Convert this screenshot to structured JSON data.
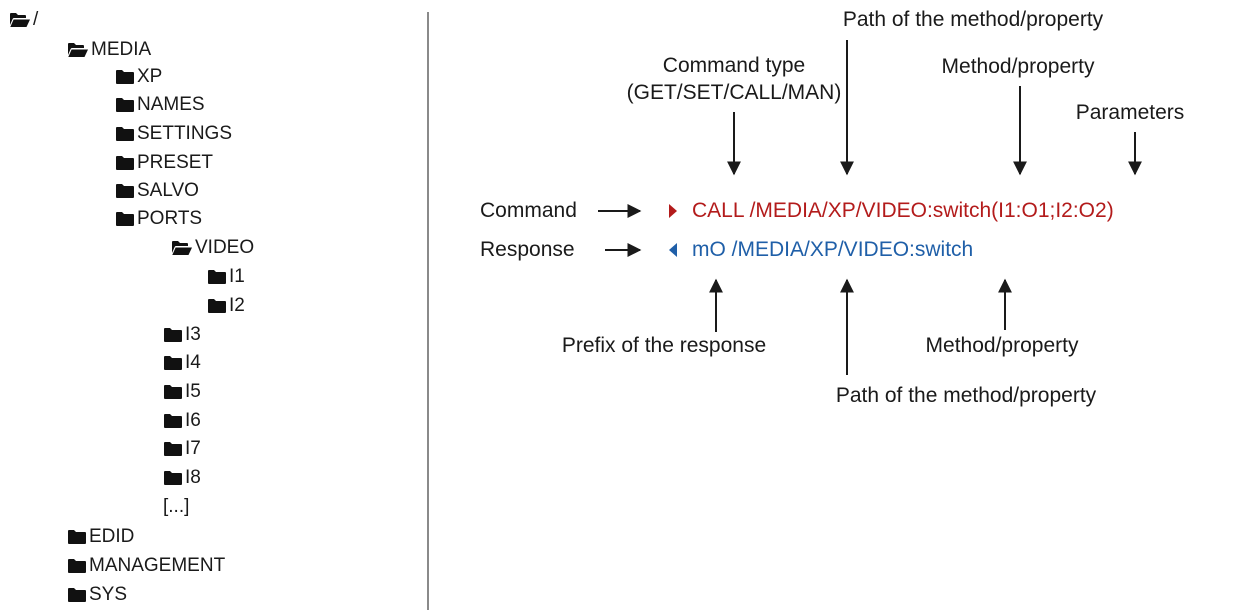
{
  "tree": {
    "root": {
      "label": "/",
      "icon": "folder-open-icon"
    },
    "items": [
      {
        "label": "MEDIA",
        "icon": "folder-open-icon"
      },
      {
        "label": "XP",
        "icon": "folder-icon"
      },
      {
        "label": "NAMES",
        "icon": "folder-icon"
      },
      {
        "label": "SETTINGS",
        "icon": "folder-icon"
      },
      {
        "label": "PRESET",
        "icon": "folder-icon"
      },
      {
        "label": "SALVO",
        "icon": "folder-icon"
      },
      {
        "label": "PORTS",
        "icon": "folder-icon"
      },
      {
        "label": "VIDEO",
        "icon": "folder-open-icon"
      },
      {
        "label": "I1",
        "icon": "folder-icon"
      },
      {
        "label": "I2",
        "icon": "folder-icon"
      },
      {
        "label": "I3",
        "icon": "folder-icon"
      },
      {
        "label": "I4",
        "icon": "folder-icon"
      },
      {
        "label": "I5",
        "icon": "folder-icon"
      },
      {
        "label": "I6",
        "icon": "folder-icon"
      },
      {
        "label": "I7",
        "icon": "folder-icon"
      },
      {
        "label": "I8",
        "icon": "folder-icon"
      },
      {
        "label": "[...]",
        "icon": ""
      },
      {
        "label": "EDID",
        "icon": "folder-icon"
      },
      {
        "label": "MANAGEMENT",
        "icon": "folder-icon"
      },
      {
        "label": "SYS",
        "icon": "folder-icon"
      }
    ]
  },
  "diagram": {
    "command": {
      "label": "Command",
      "marker": "right-triangle-icon",
      "text": "CALL /MEDIA/XP/VIDEO:switch(I1:O1;I2:O2)",
      "color": "#b31b1b"
    },
    "response": {
      "label": "Response",
      "marker": "left-triangle-icon",
      "text": "mO /MEDIA/XP/VIDEO:switch",
      "color": "#1f5fa8"
    },
    "annotations": {
      "command_type_line1": "Command type",
      "command_type_line2": "(GET/SET/CALL/MAN)",
      "path_top": "Path of the method/property",
      "method_top": "Method/property",
      "parameters": "Parameters",
      "prefix": "Prefix of the response",
      "path_bottom": "Path of the method/property",
      "method_bottom": "Method/property"
    }
  }
}
